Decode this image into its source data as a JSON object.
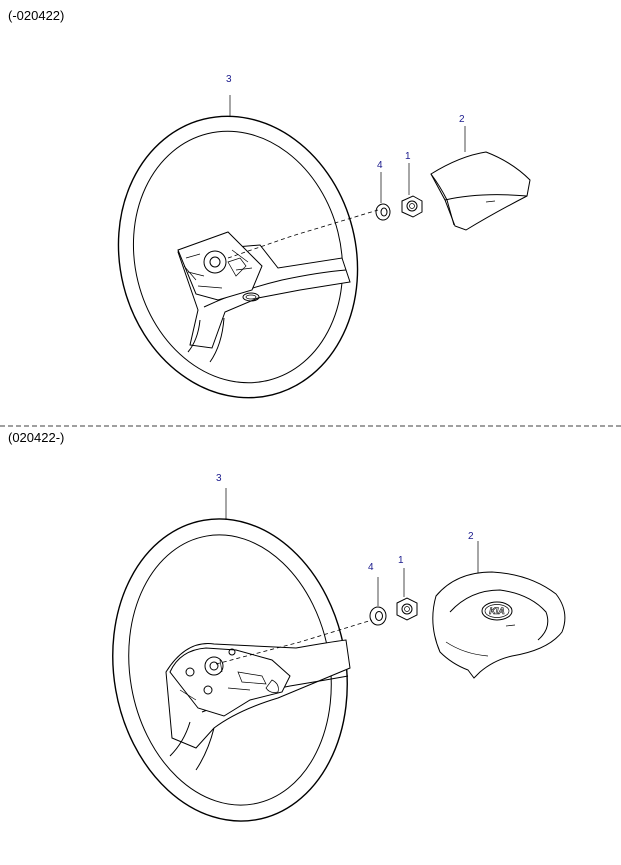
{
  "sections": {
    "top": {
      "label": "(-020422)"
    },
    "bottom": {
      "label": "(020422-)"
    }
  },
  "callouts": {
    "top": {
      "wheel": "3",
      "pad": "2",
      "washer": "4",
      "nut": "1"
    },
    "bottom": {
      "wheel": "3",
      "pad": "2",
      "washer": "4",
      "nut": "1"
    }
  },
  "logos": {
    "bottom_pad": "KIA"
  },
  "colors": {
    "callout": "#1a1a8c",
    "line": "#000000"
  }
}
